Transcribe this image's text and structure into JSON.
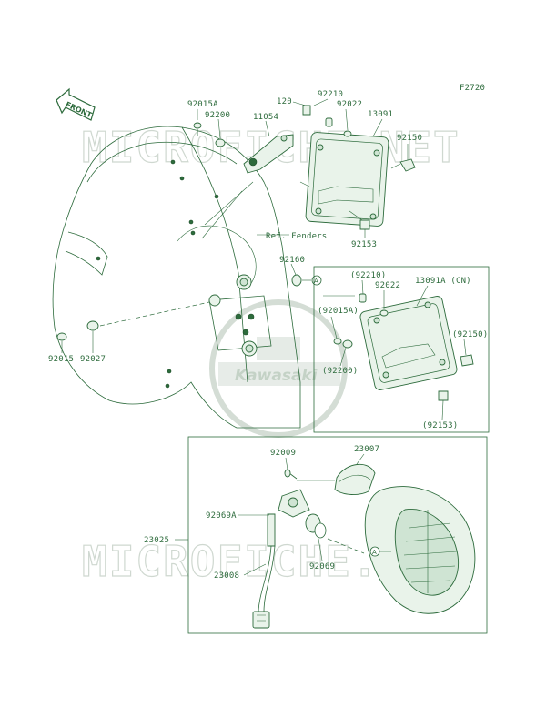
{
  "figure_code": "F2720",
  "front_label": "FRONT",
  "watermark": "MICROFICHE.NET",
  "logo_text": "Kawasaki",
  "reference": "Ref. Fenders",
  "callout": "A",
  "cn_variant_label": "13091A (CN)",
  "colors": {
    "line": "#2d6b3c",
    "fill": "#e9f3ea",
    "watermark": "#cfd8d0"
  },
  "parts": {
    "p92015A": "92015A",
    "p92200": "92200",
    "p120": "120",
    "p92210": "92210",
    "p11054": "11054",
    "p92022": "92022",
    "p13091": "13091",
    "p92150": "92150",
    "p92153": "92153",
    "p92160": "92160",
    "p92015": "92015",
    "p92027": "92027",
    "cn_92210": "(92210)",
    "cn_92022": "92022",
    "cn_92015A": "(92015A)",
    "cn_92150": "(92150)",
    "cn_92200": "(92200)",
    "cn_92153": "(92153)",
    "p92009": "92009",
    "p23007": "23007",
    "p92069A": "92069A",
    "p23025": "23025",
    "p23008": "23008",
    "p92069": "92069"
  }
}
